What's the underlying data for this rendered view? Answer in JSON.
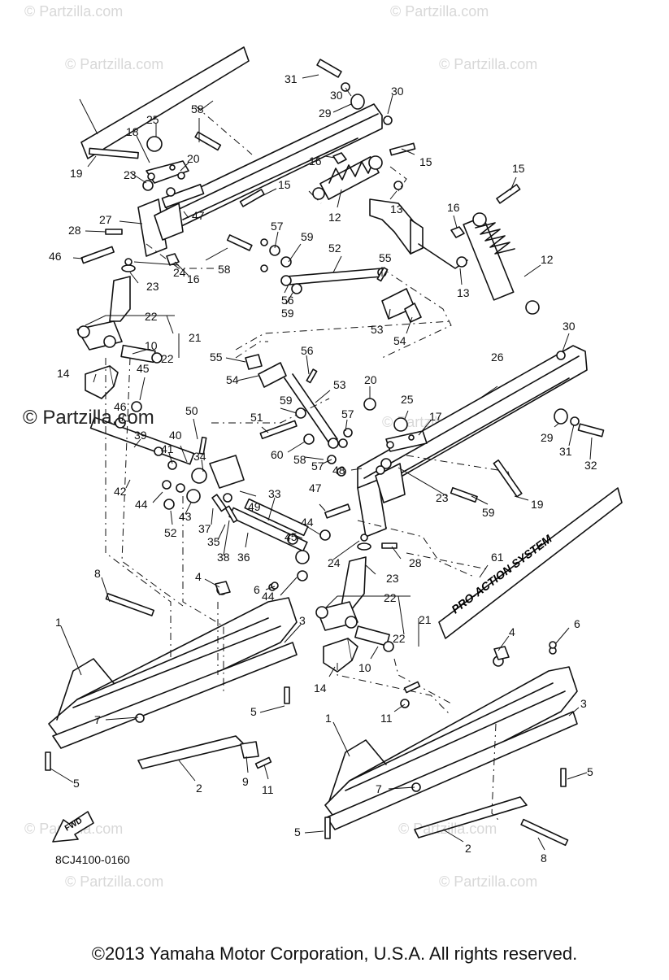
{
  "watermark": "© Partzilla.com",
  "diagram_code": "8CJ4100-0160",
  "fwd_label": "FWD",
  "decal_text": "PRO-ACTION SYSTEM",
  "copyright": "©2013 Yamaha Motor Corporation, U.S.A. All rights reserved.",
  "callouts": [
    "1",
    "1",
    "2",
    "2",
    "3",
    "3",
    "4",
    "4",
    "5",
    "5",
    "5",
    "5",
    "6",
    "6",
    "7",
    "7",
    "8",
    "8",
    "9",
    "10",
    "10",
    "11",
    "11",
    "12",
    "12",
    "13",
    "13",
    "14",
    "14",
    "15",
    "15",
    "15",
    "16",
    "16",
    "16",
    "17",
    "18",
    "19",
    "19",
    "20",
    "20",
    "21",
    "21",
    "22",
    "22",
    "22",
    "22",
    "23",
    "23",
    "23",
    "23",
    "24",
    "24",
    "25",
    "25",
    "26",
    "27",
    "28",
    "28",
    "29",
    "29",
    "30",
    "30",
    "30",
    "31",
    "31",
    "32",
    "33",
    "34",
    "35",
    "36",
    "37",
    "38",
    "39",
    "40",
    "41",
    "42",
    "43",
    "44",
    "44",
    "44",
    "45",
    "45",
    "46",
    "46",
    "47",
    "47",
    "48",
    "49",
    "50",
    "51",
    "52",
    "52",
    "53",
    "53",
    "54",
    "54",
    "55",
    "55",
    "56",
    "56",
    "57",
    "57",
    "57",
    "58",
    "58",
    "58",
    "59",
    "59",
    "59",
    "59",
    "60",
    "61"
  ]
}
